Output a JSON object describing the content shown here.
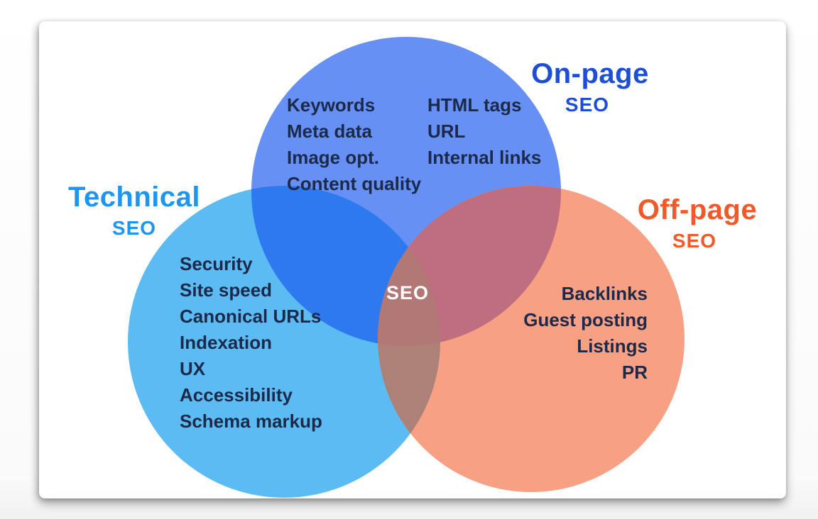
{
  "venn": {
    "center_label": "SEO",
    "colors": {
      "onpage_fill": "#6690F3",
      "technical_fill": "#5CBBF2",
      "offpage_fill": "#F8A084",
      "onpage_technical_overlap": "#2E79F0",
      "onpage_offpage_overlap": "#BE6E7F",
      "technical_offpage_overlap": "#AB8178",
      "triple_overlap": "#B27876",
      "onpage_title_color": "#1D4ED8",
      "technical_title_color": "#1E96F0",
      "offpage_title_color": "#F1592B",
      "list_text_color": "#1B2A4A",
      "center_label_color": "#FFFFFF"
    },
    "onpage": {
      "title": "On-page",
      "subtitle": "SEO",
      "col1": [
        "Keywords",
        "Meta data",
        "Image opt.",
        "Content quality"
      ],
      "col2": [
        "HTML tags",
        "URL",
        "Internal links"
      ]
    },
    "technical": {
      "title": "Technical",
      "subtitle": "SEO",
      "items": [
        "Security",
        "Site speed",
        "Canonical URLs",
        "Indexation",
        "UX",
        "Accessibility",
        "Schema markup"
      ]
    },
    "offpage": {
      "title": "Off-page",
      "subtitle": "SEO",
      "items": [
        "Backlinks",
        "Guest posting",
        "Listings",
        "PR"
      ]
    }
  }
}
